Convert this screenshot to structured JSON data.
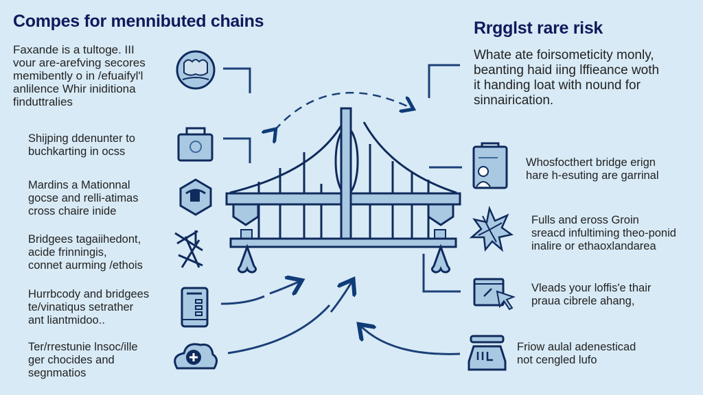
{
  "left_panel": {
    "title": "Compes for mennibuted chains",
    "intro": "Faxande is a tultoge. III\nvour are-arefving secores\nmemibently o in /efuaifyl'l\nanlilence Whir iniditiona\nfinduttralies",
    "items": [
      {
        "icon": "robot-face-icon",
        "text": "Shijping ddenunter to\nbuchkarting in ocss"
      },
      {
        "icon": "lock-icon",
        "text": "Mardins a Mationnal\ngocse and relli-atimas\ncross chaire inide"
      },
      {
        "icon": "hexagon-badge-icon",
        "text": "Bridgees tagaiihedont,\nacide frinningis,\nconnet aurming /ethois"
      },
      {
        "icon": "scatter-structure-icon",
        "text": "Hurrbcody and bridgees\nte/vinatiqus setrather\nant liantmidoo.."
      },
      {
        "icon": "mobile-device-icon",
        "text": "Ter/rrestunie lnsoc/ille\nger chocides and\nsegnmatios"
      },
      {
        "icon": "cloud-plus-icon",
        "text": ""
      }
    ]
  },
  "right_panel": {
    "title": "Rrgglst rare risk",
    "intro": "Whate ate foirsometicity monly,\nbeanting haid iing lffieance woth\nit handing loat with nound for\nsinnairication.",
    "items": [
      {
        "icon": "id-card-icon",
        "text": "Whosfocthert bridge erign\nhare h-esuting are garrinal"
      },
      {
        "icon": "splatter-icon",
        "text": "Fulls and eross Groin\nsreacd infultiming theo-ponid\ninalire or ethaoxlandarea"
      },
      {
        "icon": "screen-cursor-icon",
        "text": "Vleads your loffis'e thair\npraua cibrele ahang,"
      },
      {
        "icon": "cash-register-icon",
        "text": "Friow aulal adenesticad\nnot cengled lufo"
      }
    ]
  },
  "center": {
    "illustration": "suspension-bridge"
  },
  "colors": {
    "background": "#d8eaf5",
    "stroke": "#0f2a5c",
    "fill": "#a9c8e2",
    "title": "#0f1a5c"
  }
}
